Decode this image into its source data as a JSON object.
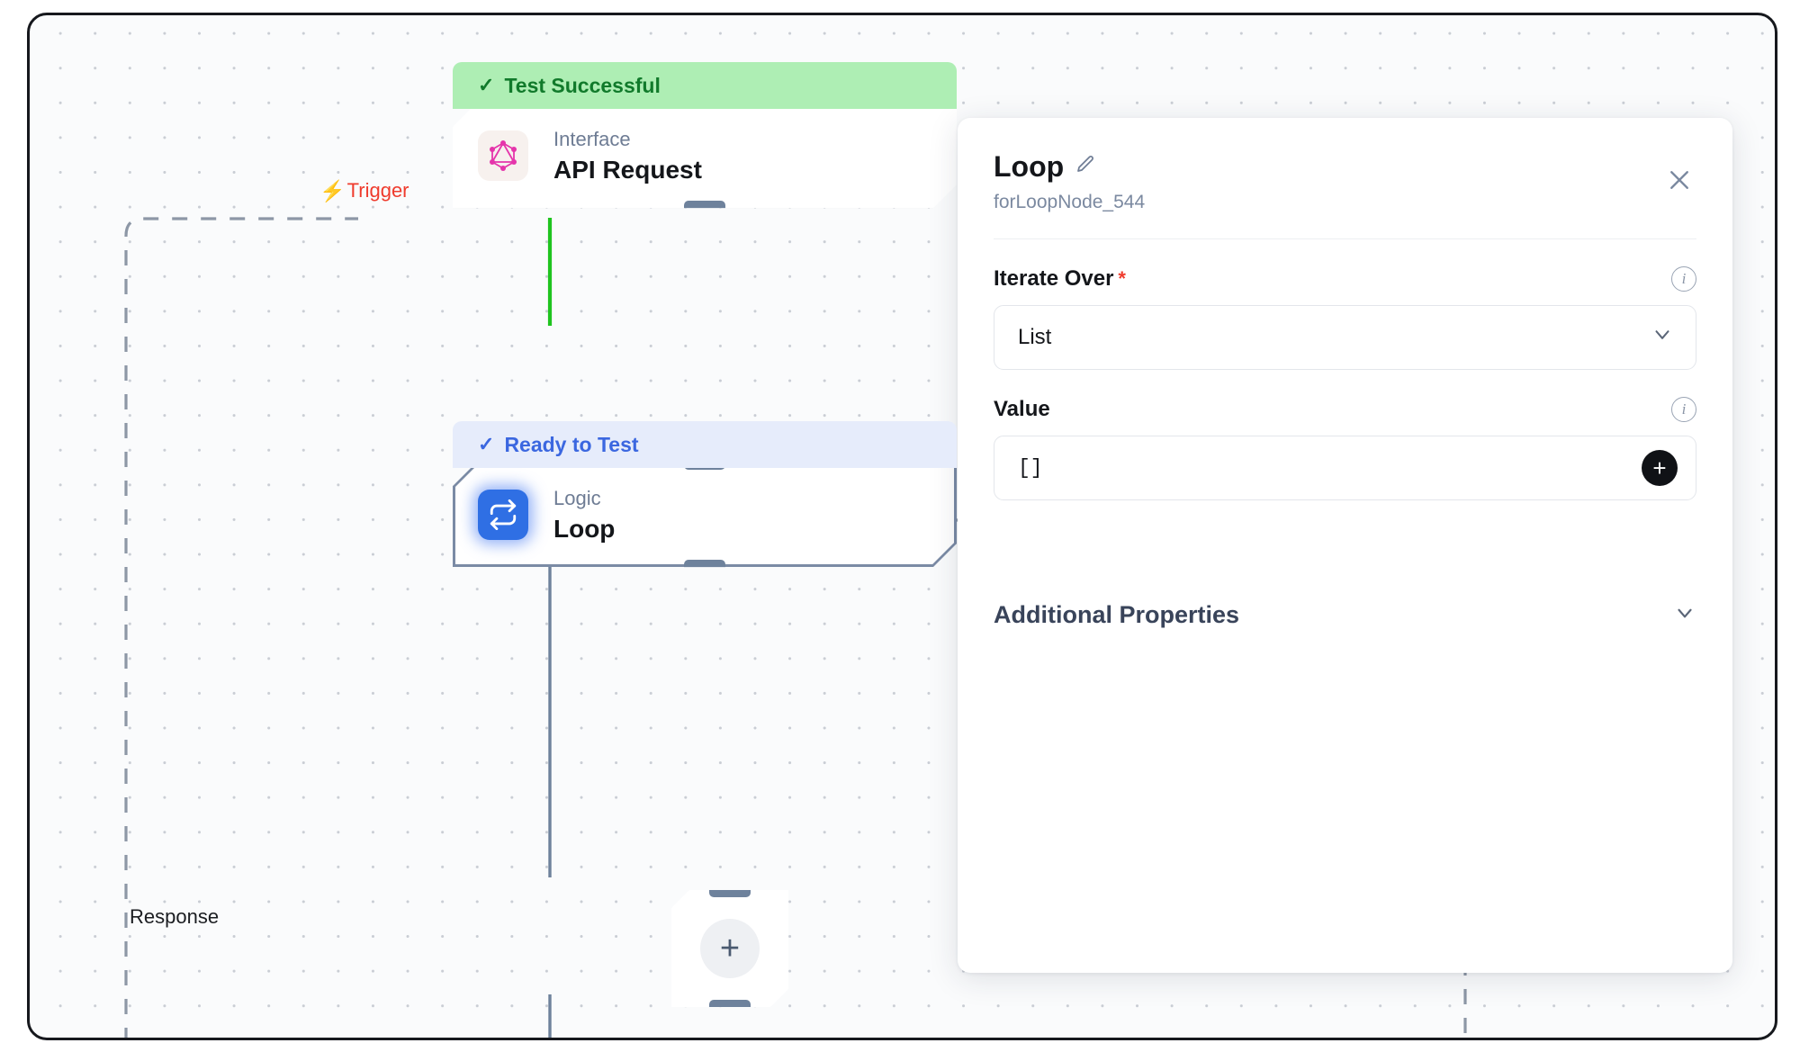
{
  "canvas": {
    "labels": {
      "trigger": "Trigger",
      "trigger_icon": "lightning-bolt-icon",
      "response": "Response"
    },
    "nodes": [
      {
        "status": "Test Successful",
        "status_type": "success",
        "kind": "Interface",
        "title": "API Request",
        "icon": "graphql-icon"
      },
      {
        "status": "Ready to Test",
        "status_type": "ready",
        "kind": "Logic",
        "title": "Loop",
        "icon": "loop-icon"
      }
    ],
    "add_node_label": "+"
  },
  "panel": {
    "title": "Loop",
    "edit_icon": "pencil-icon",
    "subtitle": "forLoopNode_544",
    "close_icon": "close-icon",
    "fields": [
      {
        "label": "Iterate Over",
        "required": "*",
        "info_icon": "info-icon",
        "control": "dropdown",
        "value": "List",
        "chevron_icon": "chevron-down-icon"
      },
      {
        "label": "Value",
        "required": "",
        "info_icon": "info-icon",
        "control": "value-input",
        "value": "[]",
        "add_icon": "plus-icon"
      }
    ],
    "section": {
      "title": "Additional Properties",
      "chevron_icon": "chevron-down-icon"
    }
  },
  "colors": {
    "success_bg": "#aeeeb4",
    "success_fg": "#117a2b",
    "ready_bg": "#e6ecfb",
    "ready_fg": "#3b67e0",
    "trigger": "#ef3b2d",
    "edge_active": "#1fc41f",
    "edge_idle": "#6e829c",
    "loop_icon": "#2f6fe4",
    "graphql_icon": "#e535ab"
  }
}
